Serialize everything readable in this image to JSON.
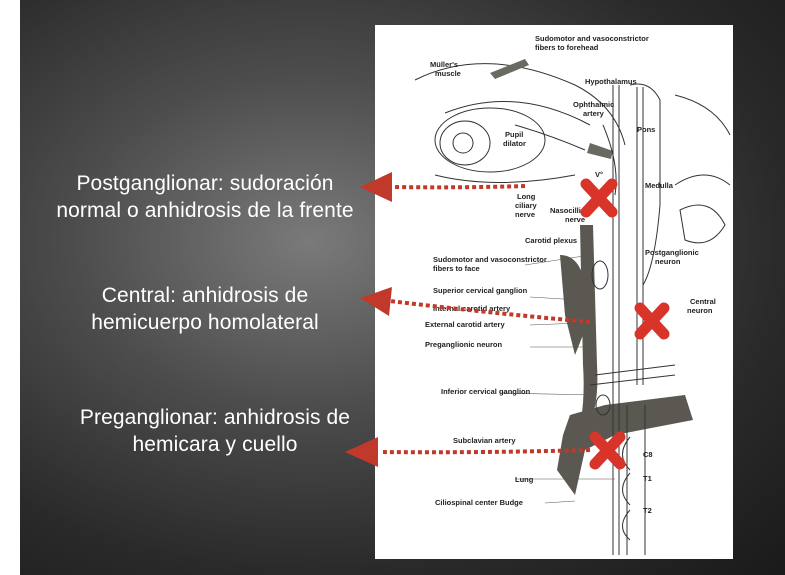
{
  "captions": {
    "postganglionic": {
      "line1": "Postganglionar: sudoración",
      "line2": "normal o anhidrosis de la frente"
    },
    "central": {
      "line1": "Central: anhidrosis de",
      "line2": "hemicuerpo homolateral"
    },
    "preganglionic": {
      "line1": "Preganglionar: anhidrosis de",
      "line2": "hemicara y cuello"
    }
  },
  "diagram_labels": {
    "sudomotor_forehead": [
      "Sudomotor and vasoconstrictor",
      "fibers to forehead"
    ],
    "muller": [
      "Müller's",
      "muscle"
    ],
    "hypothalamus": "Hypothalamus",
    "ophthalmic": [
      "Ophthalmic",
      "artery"
    ],
    "pupil": [
      "Pupil",
      "dilator"
    ],
    "pons": "Pons",
    "v": "V°",
    "medulla": "Medulla",
    "long_ciliary": [
      "Long",
      "ciliary",
      "nerve"
    ],
    "nasociliary": [
      "Nasocilliary",
      "nerve"
    ],
    "carotid_plexus": "Carotid plexus",
    "sudomotor_face": [
      "Sudomotor and vasoconstrictor",
      "fibers to face"
    ],
    "postganglionic_neuron": [
      "Postganglionic",
      "neuron"
    ],
    "superior_cervical": "Superior cervical ganglion",
    "internal_carotid": "Internal carotid artery",
    "central_neuron": [
      "Central",
      "neuron"
    ],
    "external_carotid": "External carotid artery",
    "preganglionic_neuron": "Preganglionic neuron",
    "inferior_cervical": "Inferior cervical ganglion",
    "subclavian": "Subclavian artery",
    "c8": "C8",
    "lung": "Lung",
    "t1": "T1",
    "ciliospinal": "Ciliospinal center Budge",
    "t2": "T2"
  },
  "colors": {
    "arrow": "#c0392b",
    "cross": "#d8342a",
    "artery": "#5a5850"
  }
}
